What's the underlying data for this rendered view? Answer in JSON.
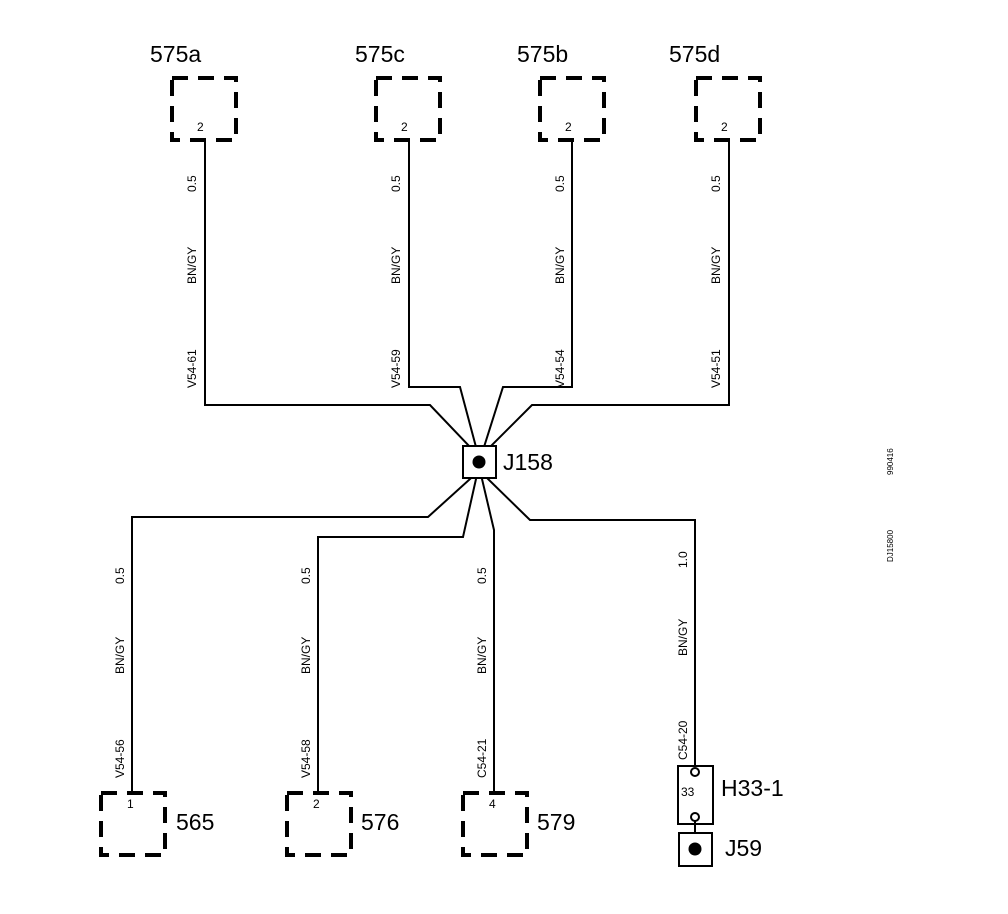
{
  "diagram": {
    "top_components": [
      {
        "id": "575a",
        "pin": "2",
        "size": "0.5",
        "color": "BN/GY",
        "circuit": "V54-61"
      },
      {
        "id": "575c",
        "pin": "2",
        "size": "0.5",
        "color": "BN/GY",
        "circuit": "V54-59"
      },
      {
        "id": "575b",
        "pin": "2",
        "size": "0.5",
        "color": "BN/GY",
        "circuit": "V54-54"
      },
      {
        "id": "575d",
        "pin": "2",
        "size": "0.5",
        "color": "BN/GY",
        "circuit": "V54-51"
      }
    ],
    "splice": {
      "id": "J158"
    },
    "bottom_components": [
      {
        "id": "565",
        "pin": "1",
        "size": "0.5",
        "color": "BN/GY",
        "circuit": "V54-56"
      },
      {
        "id": "576",
        "pin": "2",
        "size": "0.5",
        "color": "BN/GY",
        "circuit": "V54-58"
      },
      {
        "id": "579",
        "pin": "4",
        "size": "0.5",
        "color": "BN/GY",
        "circuit": "C54-21"
      }
    ],
    "ground_branch": {
      "size": "1.0",
      "color": "BN/GY",
      "circuit": "C54-20",
      "connector": {
        "id": "H33-1",
        "pin": "33"
      },
      "ground": {
        "id": "J59"
      }
    },
    "side_codes": {
      "code1": "990416",
      "code2": "DJ15800"
    }
  }
}
